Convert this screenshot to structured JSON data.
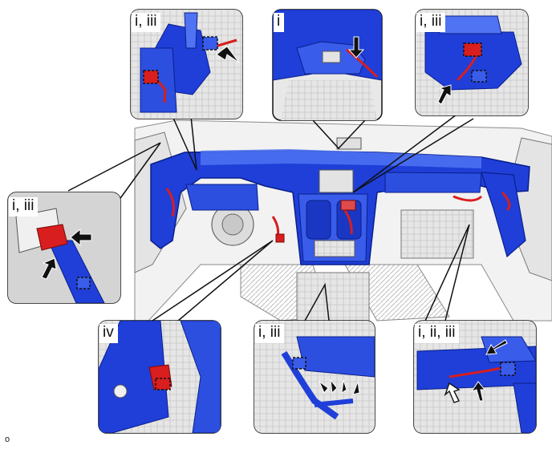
{
  "diagram": {
    "corner_code": "o",
    "callouts": [
      {
        "id": "top-left",
        "label": "i, iii"
      },
      {
        "id": "top-center",
        "label": "i"
      },
      {
        "id": "top-right",
        "label": "i, iii"
      },
      {
        "id": "mid-left",
        "label": "i, iii"
      },
      {
        "id": "bottom-left",
        "label": "iv"
      },
      {
        "id": "bottom-center",
        "label": "i, iii"
      },
      {
        "id": "bottom-right",
        "label": "i, ii, iii"
      }
    ]
  },
  "colors": {
    "frame_blue": "#1f3fd8",
    "frame_blue_dark": "#0f2aa6",
    "frame_blue_light": "#4f73f2",
    "harness_red": "#d81e1e",
    "interior_gray": "#d9d9d9",
    "outline_black": "#111111"
  },
  "icons": [
    "arrow-icon",
    "connector-dashed-box-icon",
    "hollow-arrow-icon"
  ]
}
